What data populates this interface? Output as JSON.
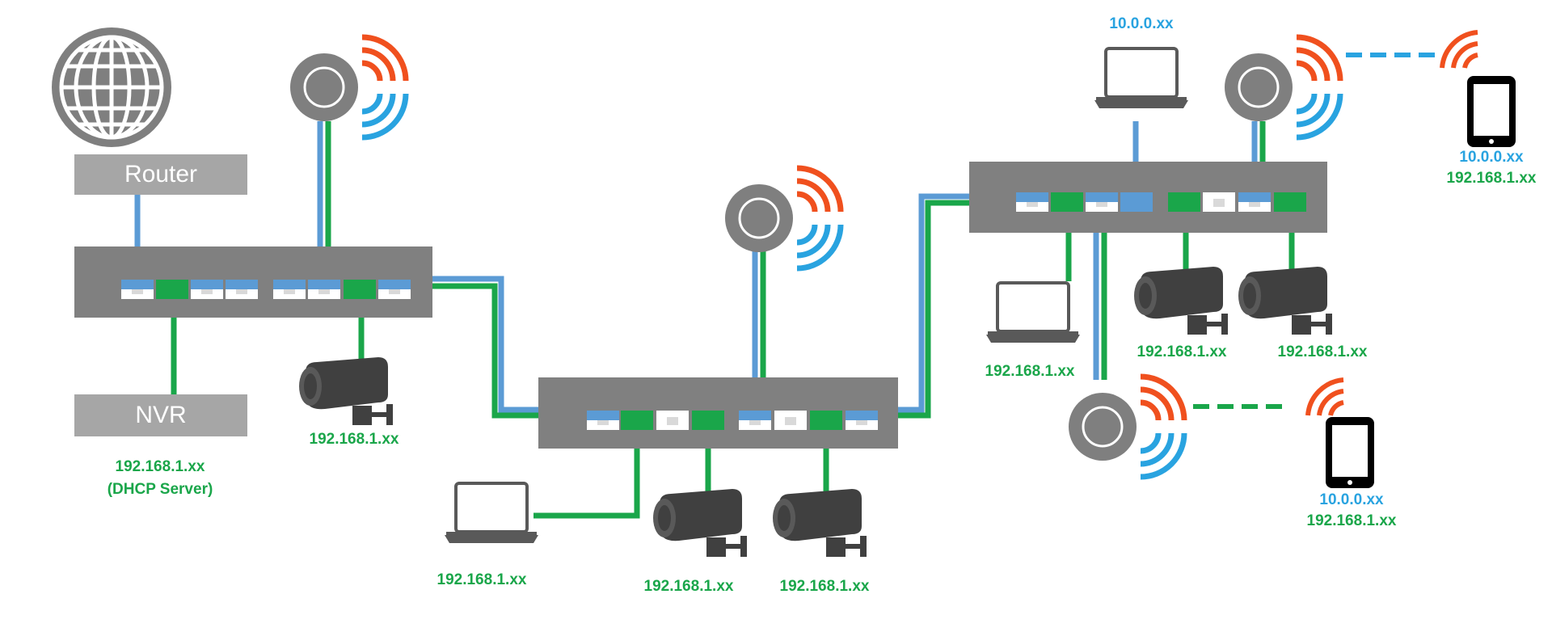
{
  "router": {
    "label": "Router"
  },
  "nvr": {
    "label": "NVR",
    "ip": "192.168.1.xx",
    "note": "(DHCP Server)"
  },
  "labels": {
    "cam_switch1": "192.168.1.xx",
    "laptop_switch2": "192.168.1.xx",
    "cam_switch2_a": "192.168.1.xx",
    "cam_switch2_b": "192.168.1.xx",
    "laptop_switch3_top": "10.0.0.xx",
    "laptop_switch3_bottom": "192.168.1.xx",
    "cam_switch3_a": "192.168.1.xx",
    "cam_switch3_b": "192.168.1.xx",
    "phone_top_blue": "10.0.0.xx",
    "phone_top_green": "192.168.1.xx",
    "phone_bottom_blue": "10.0.0.xx",
    "phone_bottom_green": "192.168.1.xx"
  },
  "colors": {
    "vlan_green": "#1aa64a",
    "vlan_blue": "#5b9bd5",
    "wifi_orange": "#f0501e",
    "wifi_blue": "#29a3e0",
    "switch_gray": "#808080",
    "device_dark": "#404040"
  },
  "icons": [
    "globe-icon",
    "switch-icon",
    "access-point-icon",
    "wifi-signal-icon",
    "camera-icon",
    "laptop-icon",
    "tablet-icon"
  ]
}
